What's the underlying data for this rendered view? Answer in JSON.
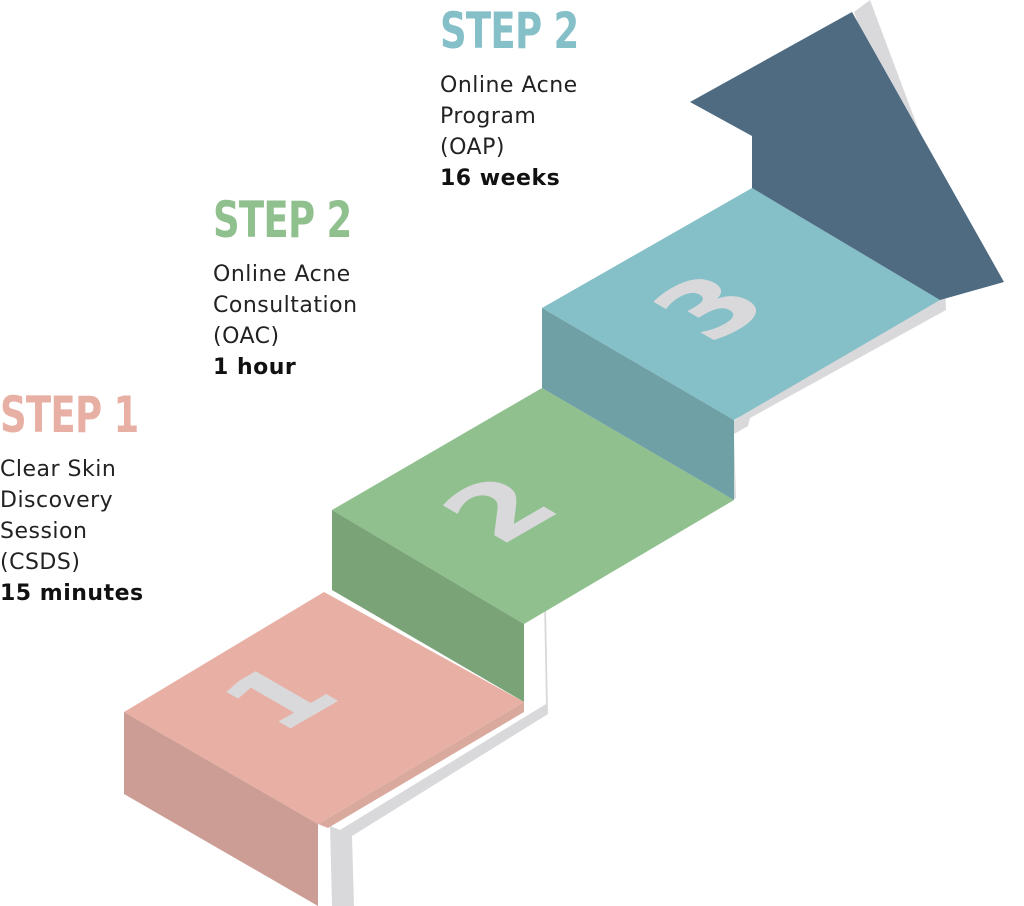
{
  "colors": {
    "step1": "#e8b0a4",
    "step2": "#8fc08e",
    "step3": "#85c0c8",
    "arrow": "#4e6b82",
    "track": "#d9d9dc"
  },
  "steps": [
    {
      "heading": "STEP 1",
      "lines": [
        "Clear Skin",
        "Discovery",
        "Session",
        "(CSDS)"
      ],
      "duration": "15 minutes",
      "number": "1",
      "color": "#e8b0a4"
    },
    {
      "heading": "STEP 2",
      "lines": [
        "Online Acne",
        "Consultation",
        "(OAC)"
      ],
      "duration": "1 hour",
      "number": "2",
      "color": "#8fc08e"
    },
    {
      "heading": "STEP 2",
      "lines": [
        "Online Acne",
        "Program",
        "(OAP)"
      ],
      "duration": "16 weeks",
      "number": "3",
      "color": "#85c0c8"
    }
  ]
}
